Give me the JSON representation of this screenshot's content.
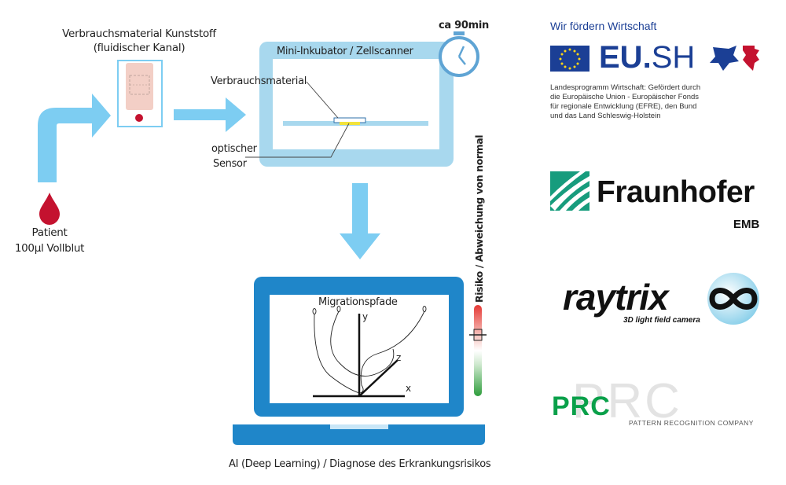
{
  "diagram": {
    "consumable_title_line1": "Verbrauchsmaterial Kunststoff",
    "consumable_title_line2": "(fluidischer Kanal)",
    "patient_line1": "Patient",
    "patient_line2": "100µl Vollblut",
    "incubator_label": "Mini-Inkubator / Zellscanner",
    "time_label": "ca 90min",
    "consumable_label": "Verbrauchsmaterial",
    "sensor_line1": "optischer",
    "sensor_line2": "Sensor",
    "migration_label": "Migrationspfade",
    "axis_y": "y",
    "axis_z": "z",
    "axis_x": "x",
    "risk_label": "Risiko / Abweichung von normal",
    "ai_label": "AI (Deep Learning) / Diagnose des Erkrankungsrisikos"
  },
  "logos": {
    "eush": {
      "heading": "Wir fördern Wirtschaft",
      "brand_eu": "EU.",
      "brand_sh": "SH",
      "desc_lines": [
        "Landesprogramm Wirtschaft: Gefördert durch",
        "die Europäische Union - Europäischer Fonds",
        "für regionale Entwicklung (EFRE), den Bund",
        "und das Land Schleswig-Holstein"
      ]
    },
    "fraunhofer": {
      "name": "Fraunhofer",
      "sub": "EMB"
    },
    "raytrix": {
      "name": "raytrix",
      "tagline": "3D light field camera"
    },
    "prc": {
      "name": "PRC",
      "tagline": "PATTERN RECOGNITION COMPANY"
    }
  },
  "colors": {
    "arrow": "#7dcdf2",
    "device_frame": "#a8d8ee",
    "laptop": "#1f86c9",
    "blood": "#c4122f",
    "eu_blue": "#1b3f95",
    "eu_gold": "#ffd617",
    "fraunhofer_green": "#179c7d",
    "prc_green": "#0aa04a",
    "risk_top": "#e53935",
    "risk_bottom": "#2e9d3c"
  }
}
